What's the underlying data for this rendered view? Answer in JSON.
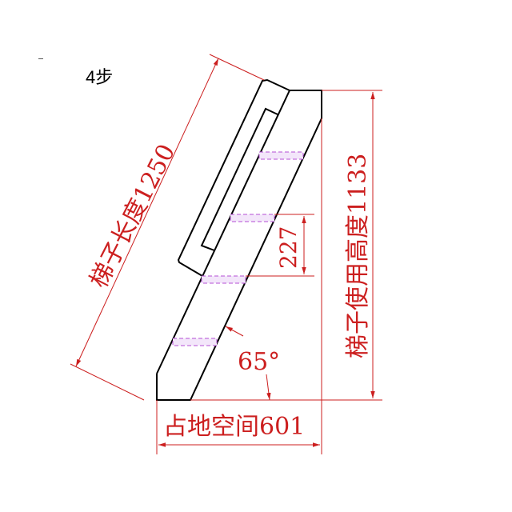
{
  "title": "4步",
  "labels": {
    "ladder_length": "梯子长度1250",
    "usage_height": "梯子使用高度1133",
    "floor_space": "占地空间601",
    "step_spacing": "227",
    "angle": "65°"
  },
  "colors": {
    "dimension": "#cc1f1f",
    "outline": "#000000",
    "rung": "#b44fd6"
  }
}
